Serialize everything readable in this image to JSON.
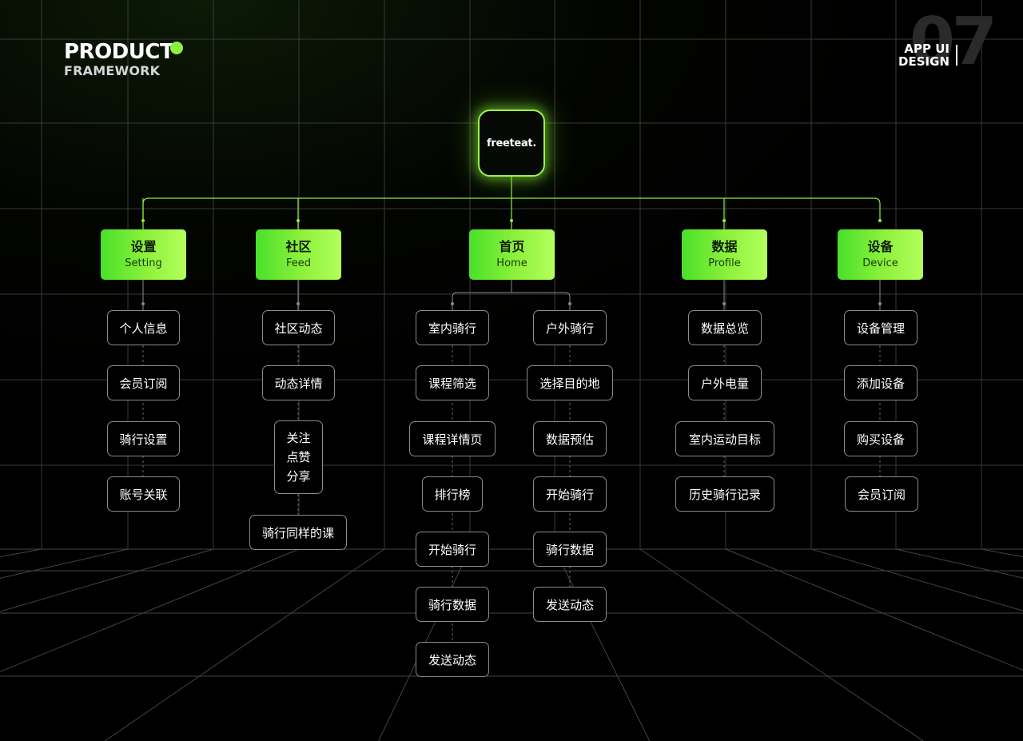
{
  "header": {
    "title": "PRODUCT",
    "subtitle": "FRAMEWORK",
    "section_number": "07",
    "app_label_line1": "APP UI",
    "app_label_line2": "DESIGN"
  },
  "root": {
    "logo_text": "freeteat."
  },
  "colors": {
    "accent": "#8df03d",
    "accent_light": "#b3ff5c",
    "node_border": "#8a8a8a",
    "background": "#000000"
  },
  "categories": [
    {
      "zh": "设置",
      "en": "Setting"
    },
    {
      "zh": "社区",
      "en": "Feed"
    },
    {
      "zh": "首页",
      "en": "Home"
    },
    {
      "zh": "数据",
      "en": "Profile"
    },
    {
      "zh": "设备",
      "en": "Device"
    }
  ],
  "columns": {
    "setting": [
      "个人信息",
      "会员订阅",
      "骑行设置",
      "账号关联"
    ],
    "feed": [
      "社区动态",
      "动态详情",
      "关注\n点赞\n分享",
      "骑行同样的课"
    ],
    "home_indoor": [
      "室内骑行",
      "课程筛选",
      "课程详情页",
      "排行榜",
      "开始骑行",
      "骑行数据",
      "发送动态"
    ],
    "home_outdoor": [
      "户外骑行",
      "选择目的地",
      "数据预估",
      "开始骑行",
      "骑行数据",
      "发送动态"
    ],
    "profile": [
      "数据总览",
      "户外电量",
      "室内运动目标",
      "历史骑行记录"
    ],
    "device": [
      "设备管理",
      "添加设备",
      "购买设备",
      "会员订阅"
    ]
  }
}
